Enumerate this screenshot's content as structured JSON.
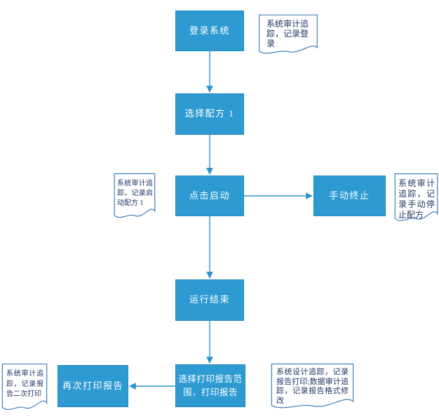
{
  "diagram": {
    "title": "recipe-run-audit-flowchart",
    "colors": {
      "node-fill": "#2D9AD2",
      "node-border": "#2689C5",
      "node-text": "#FFFFFF",
      "arrow": "#2E93CC",
      "note-border": "#2E75B6",
      "note-fill": "#FFFFFF",
      "note-text": "#1F3864",
      "canvas-bg": "#FFFFFF"
    },
    "nodes": [
      {
        "id": "login",
        "label": "登录系统"
      },
      {
        "id": "select-recipe",
        "label": "选择配方 1"
      },
      {
        "id": "click-start",
        "label": "点击启动"
      },
      {
        "id": "manual-stop",
        "label": "手动终止"
      },
      {
        "id": "run-end",
        "label": "运行结束"
      },
      {
        "id": "print-report",
        "label": "选择打印报告范围，打印报告"
      },
      {
        "id": "reprint-report",
        "label": "再次打印报告"
      }
    ],
    "notes": [
      {
        "id": "note-login",
        "text": "系统审计追踪，记录登录"
      },
      {
        "id": "note-start",
        "text": "系统审计追踪，记录启动配方 1"
      },
      {
        "id": "note-manual-stop",
        "text": "系统审计追踪，记录手动停止配方"
      },
      {
        "id": "note-reprint",
        "text": "系统审计追踪，记录报告二次打印"
      },
      {
        "id": "note-print",
        "text": "系统设计追踪，记录报告打印;数据审计追踪，记录报告格式修改"
      }
    ],
    "edges": [
      {
        "from": "login",
        "to": "select-recipe",
        "direction": "down"
      },
      {
        "from": "select-recipe",
        "to": "click-start",
        "direction": "down"
      },
      {
        "from": "click-start",
        "to": "manual-stop",
        "direction": "right"
      },
      {
        "from": "click-start",
        "to": "run-end",
        "direction": "down"
      },
      {
        "from": "run-end",
        "to": "print-report",
        "direction": "down"
      },
      {
        "from": "print-report",
        "to": "reprint-report",
        "direction": "left"
      }
    ]
  }
}
